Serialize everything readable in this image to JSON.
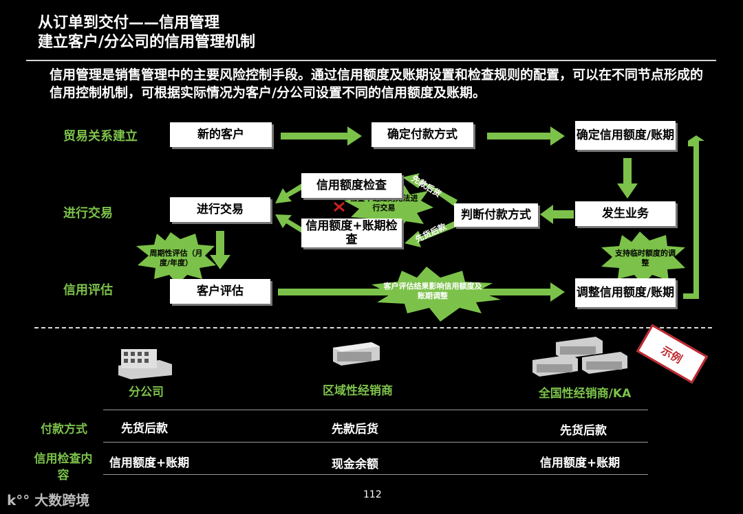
{
  "slide": {
    "title_line1": "从订单到交付——信用管理",
    "title_line2": "建立客户/分公司的信用管理机制",
    "intro": "信用管理是销售管理中的主要风险控制手段。通过信用额度及账期设置和检查规则的配置，可以在不同节点形成的信用控制机制，可根据实际情况为客户/分公司设置不同的信用额度及账期。",
    "page_number": "112",
    "watermark": "大数跨境",
    "stamp": "示例"
  },
  "flow": {
    "row_labels": [
      "贸易关系建立",
      "进行交易",
      "信用评估"
    ],
    "boxes": {
      "new_customer": "新的客户",
      "confirm_payment": "确定付款方式",
      "confirm_credit": "确定信用额度/账期",
      "credit_check": "信用额度检查",
      "do_trade": "进行交易",
      "credit_period_check": "信用额度+账期检查",
      "judge_payment": "判断付款方式",
      "business": "发生业务",
      "customer_eval": "客户评估",
      "adjust_credit": "调整信用额度/账期"
    },
    "arrow_labels": {
      "pay_first": "先款后货",
      "goods_first": "先货后款"
    },
    "stars": {
      "check_fail": "检查不通过则无法进行交易",
      "periodic_eval": "周期性评估（月度/年度）",
      "temp_adjust": "支持临时额度的调整",
      "eval_result": "客户评估结果影响信用额度及账期调整"
    }
  },
  "bottom": {
    "categories": [
      "分公司",
      "区域性经销商",
      "全国性经销商/KA"
    ],
    "table": {
      "rows": [
        {
          "label": "付款方式",
          "values": [
            "先货后款",
            "先款后货",
            "先货后款"
          ]
        },
        {
          "label": "信用检查内容",
          "values": [
            "信用额度+账期",
            "现金余额",
            "信用额度+账期"
          ]
        }
      ]
    }
  },
  "colors": {
    "accent": "#7cc24a",
    "background": "#000000",
    "stamp": "#c0282f"
  }
}
